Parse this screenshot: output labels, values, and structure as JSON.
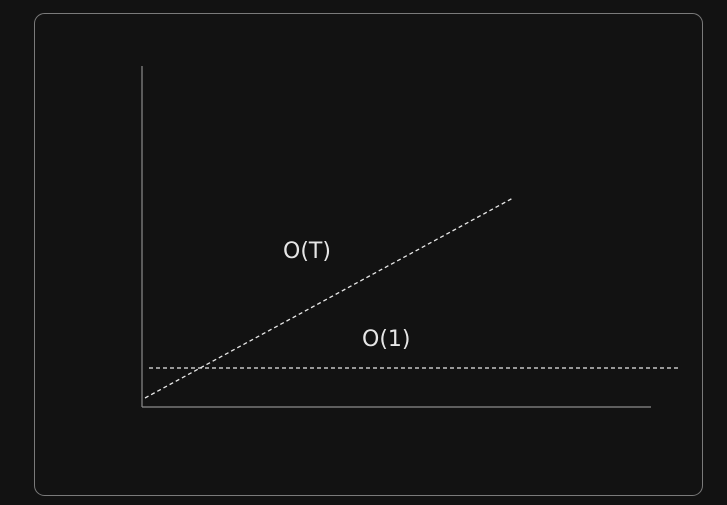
{
  "diagram": {
    "background_color": "#121212",
    "frame_color": "#7a7a7a",
    "axis_color": "#8c8c8c",
    "line_color": "#e8e8e8",
    "line_style": "dashed",
    "curves": [
      {
        "id": "linear",
        "label": "O(T)",
        "shape": "increasing-linear"
      },
      {
        "id": "constant",
        "label": "O(1)",
        "shape": "constant"
      }
    ]
  }
}
